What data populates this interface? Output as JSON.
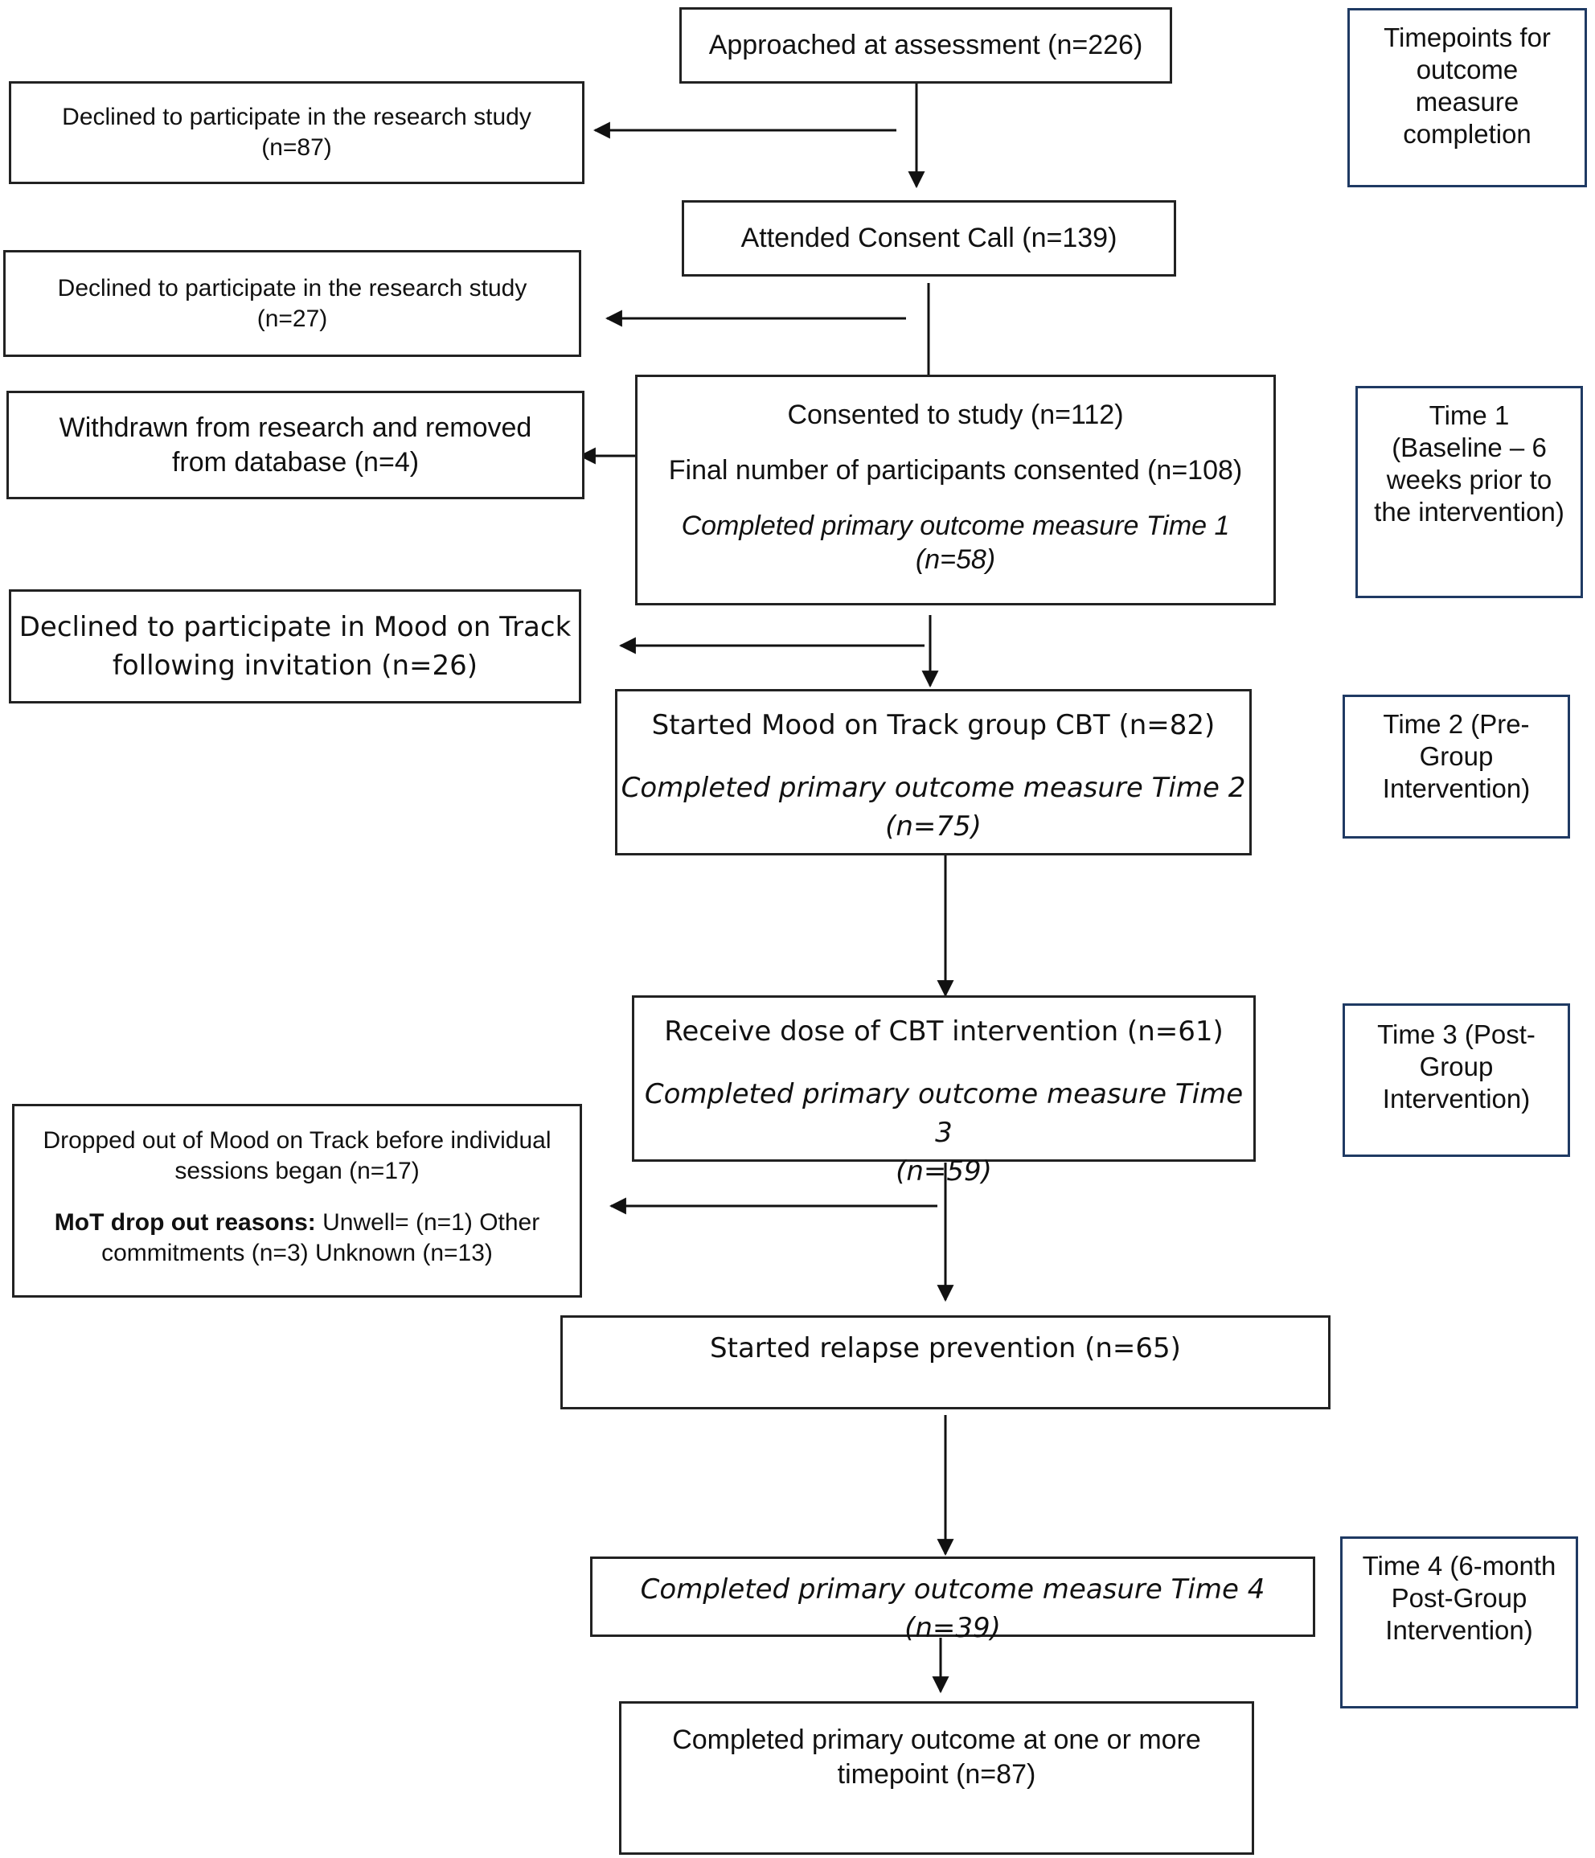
{
  "flow": {
    "approached": "Approached at assessment (n=226)",
    "declined1": [
      "Declined to participate in the research study",
      "(n=87)"
    ],
    "consent_call": "Attended Consent Call (n=139)",
    "declined2": [
      "Declined to participate in the research study",
      "(n=27)"
    ],
    "withdrawn": [
      "Withdrawn from research and removed",
      "from database (n=4)"
    ],
    "consented": {
      "line1": "Consented to study (n=112)",
      "line2": "Final number of participants consented (n=108)",
      "line3": [
        "Completed primary outcome measure Time 1",
        "(n=58)"
      ]
    },
    "declined_mot": [
      "Declined to participate in Mood on Track",
      "following invitation (n=26)"
    ],
    "started_mot": {
      "line1": "Started Mood on Track group CBT (n=82)",
      "line2": [
        "Completed primary outcome measure Time 2",
        "(n=75)"
      ]
    },
    "dose": {
      "line1": "Receive dose of CBT intervention (n=61)",
      "line2": [
        "Completed primary outcome measure Time 3",
        "(n=59)"
      ]
    },
    "dropped": {
      "line1": [
        "Dropped out of Mood on Track before individual",
        "sessions began (n=17)"
      ],
      "reasons_label": "MoT drop out reasons:",
      "reasons_rest1": " Unwell= (n=1) Other",
      "reasons_rest2": "commitments (n=3) Unknown (n=13)"
    },
    "relapse": "Started relapse prevention (n=65)",
    "time4_measure": "Completed primary outcome measure Time 4  (n=39)",
    "completed_any": [
      "Completed primary outcome at one or more",
      "timepoint (n=87)"
    ]
  },
  "timepoints": {
    "header": [
      "Timepoints for",
      "outcome",
      "measure",
      "completion"
    ],
    "time1": [
      "Time 1",
      "(Baseline – 6",
      "weeks prior to",
      "the intervention)"
    ],
    "time2": [
      "Time 2 (Pre-",
      "Group",
      "Intervention)"
    ],
    "time3": [
      "Time 3 (Post-",
      "Group",
      "Intervention)"
    ],
    "time4": [
      "Time 4 (6-month",
      "Post-Group",
      "Intervention)"
    ]
  },
  "colors": {
    "box_border": "#222222",
    "timepoint_border": "#1f3a63",
    "arrow": "#111111"
  }
}
